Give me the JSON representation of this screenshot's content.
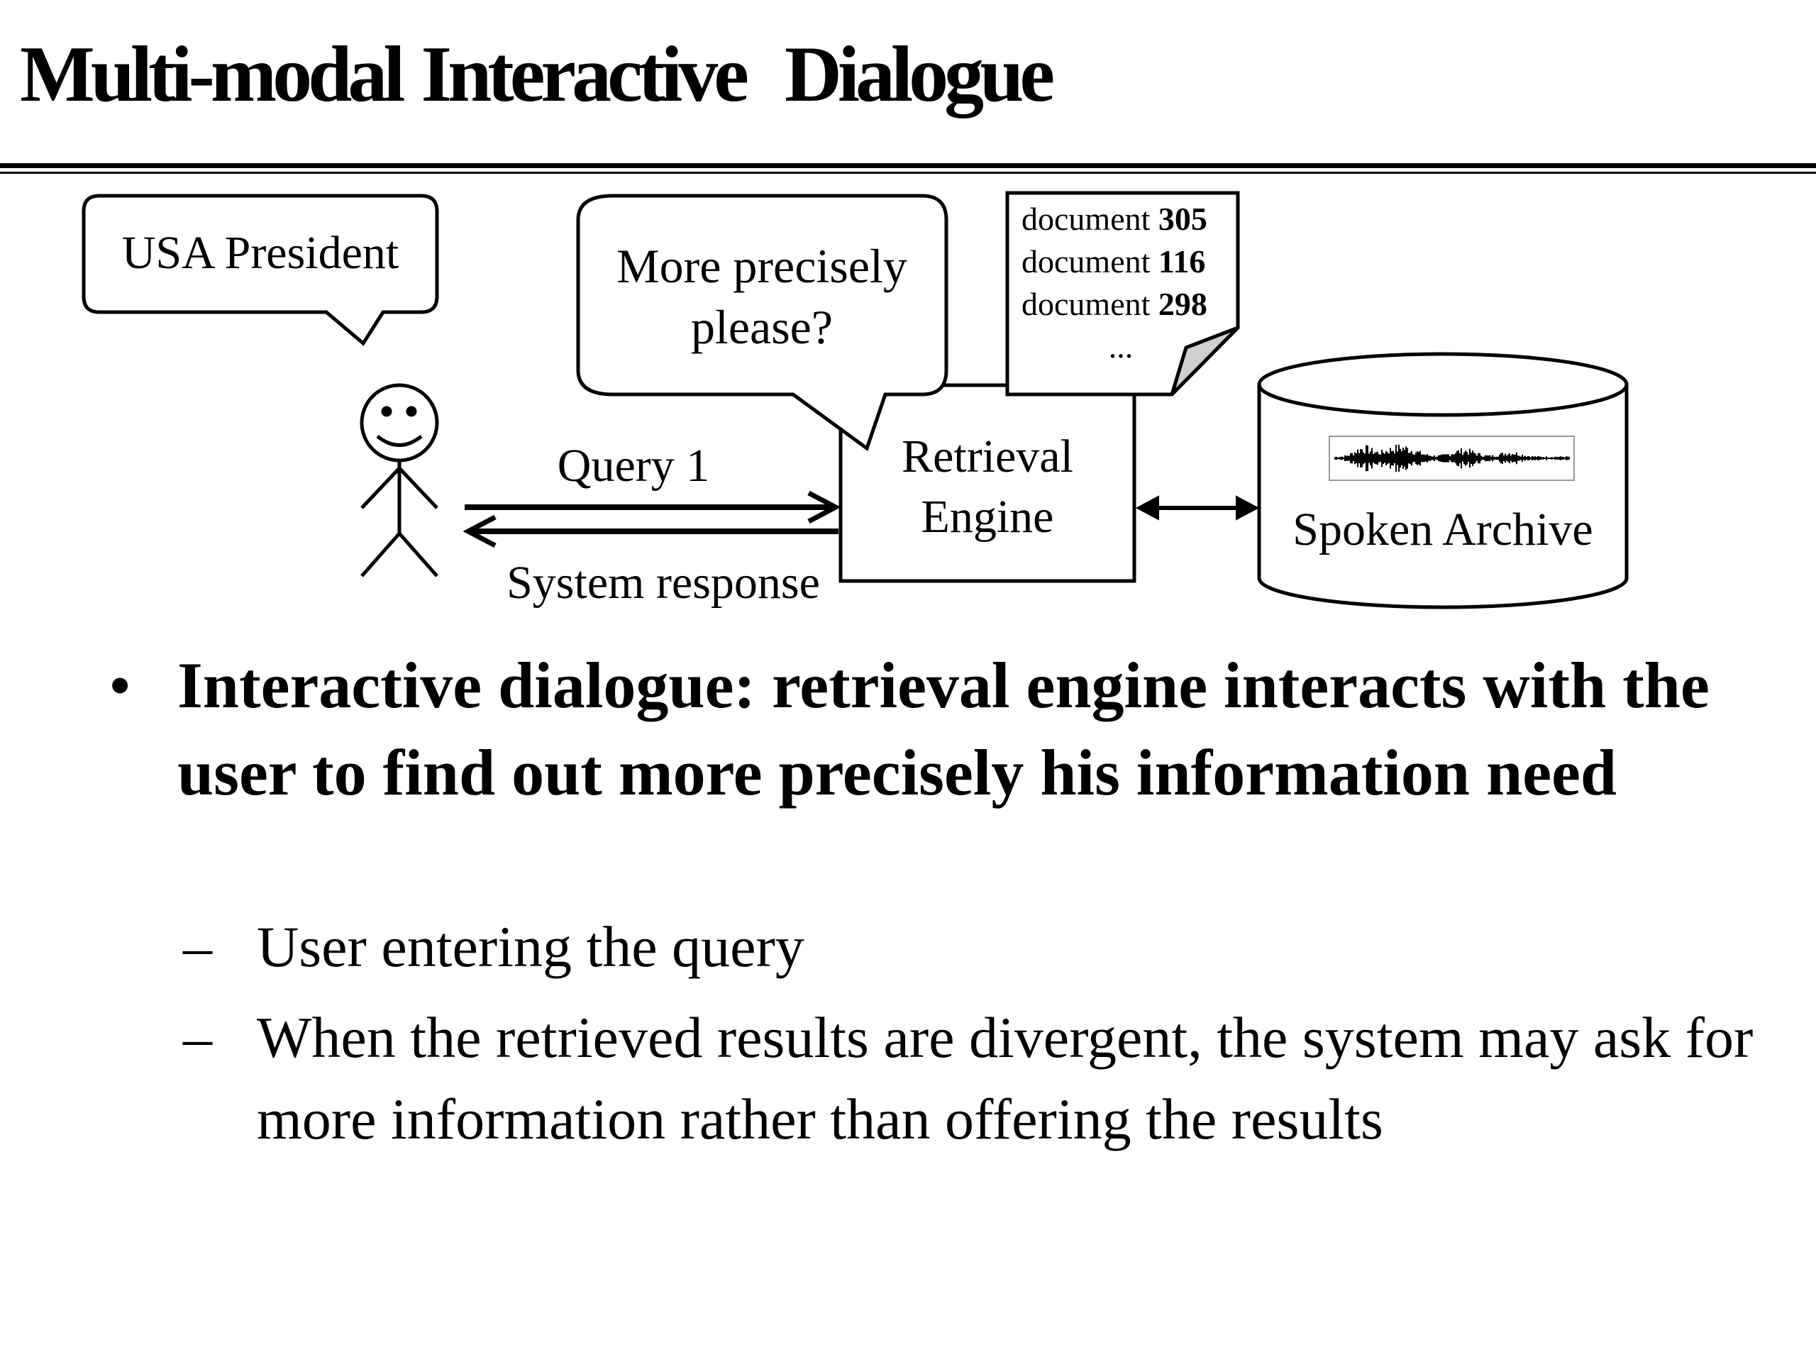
{
  "slide": {
    "title": "Multi-modal Interactive  Dialogue"
  },
  "diagram": {
    "user_bubble": "USA President",
    "system_bubble_line1": "More precisely",
    "system_bubble_line2": "please?",
    "documents": [
      {
        "prefix": "document ",
        "number": "305"
      },
      {
        "prefix": "document ",
        "number": "116"
      },
      {
        "prefix": "document ",
        "number": "298"
      }
    ],
    "documents_ellipsis": "...",
    "query_label": "Query 1",
    "response_label": "System response",
    "engine_line1": "Retrieval",
    "engine_line2": "Engine",
    "archive_label": "Spoken Archive",
    "icons": {
      "user": "stick-figure-icon",
      "document": "document-icon",
      "archive": "cylinder-database-icon",
      "waveform": "audio-waveform-icon"
    }
  },
  "bullets": {
    "main": "Interactive dialogue: retrieval engine interacts with the user to find out more precisely his information need",
    "bullet_marker": "•",
    "sub_marker": "–",
    "sub_items": [
      "User entering the query",
      "When the retrieved results are divergent, the system may ask for more information rather than offering the results"
    ]
  }
}
